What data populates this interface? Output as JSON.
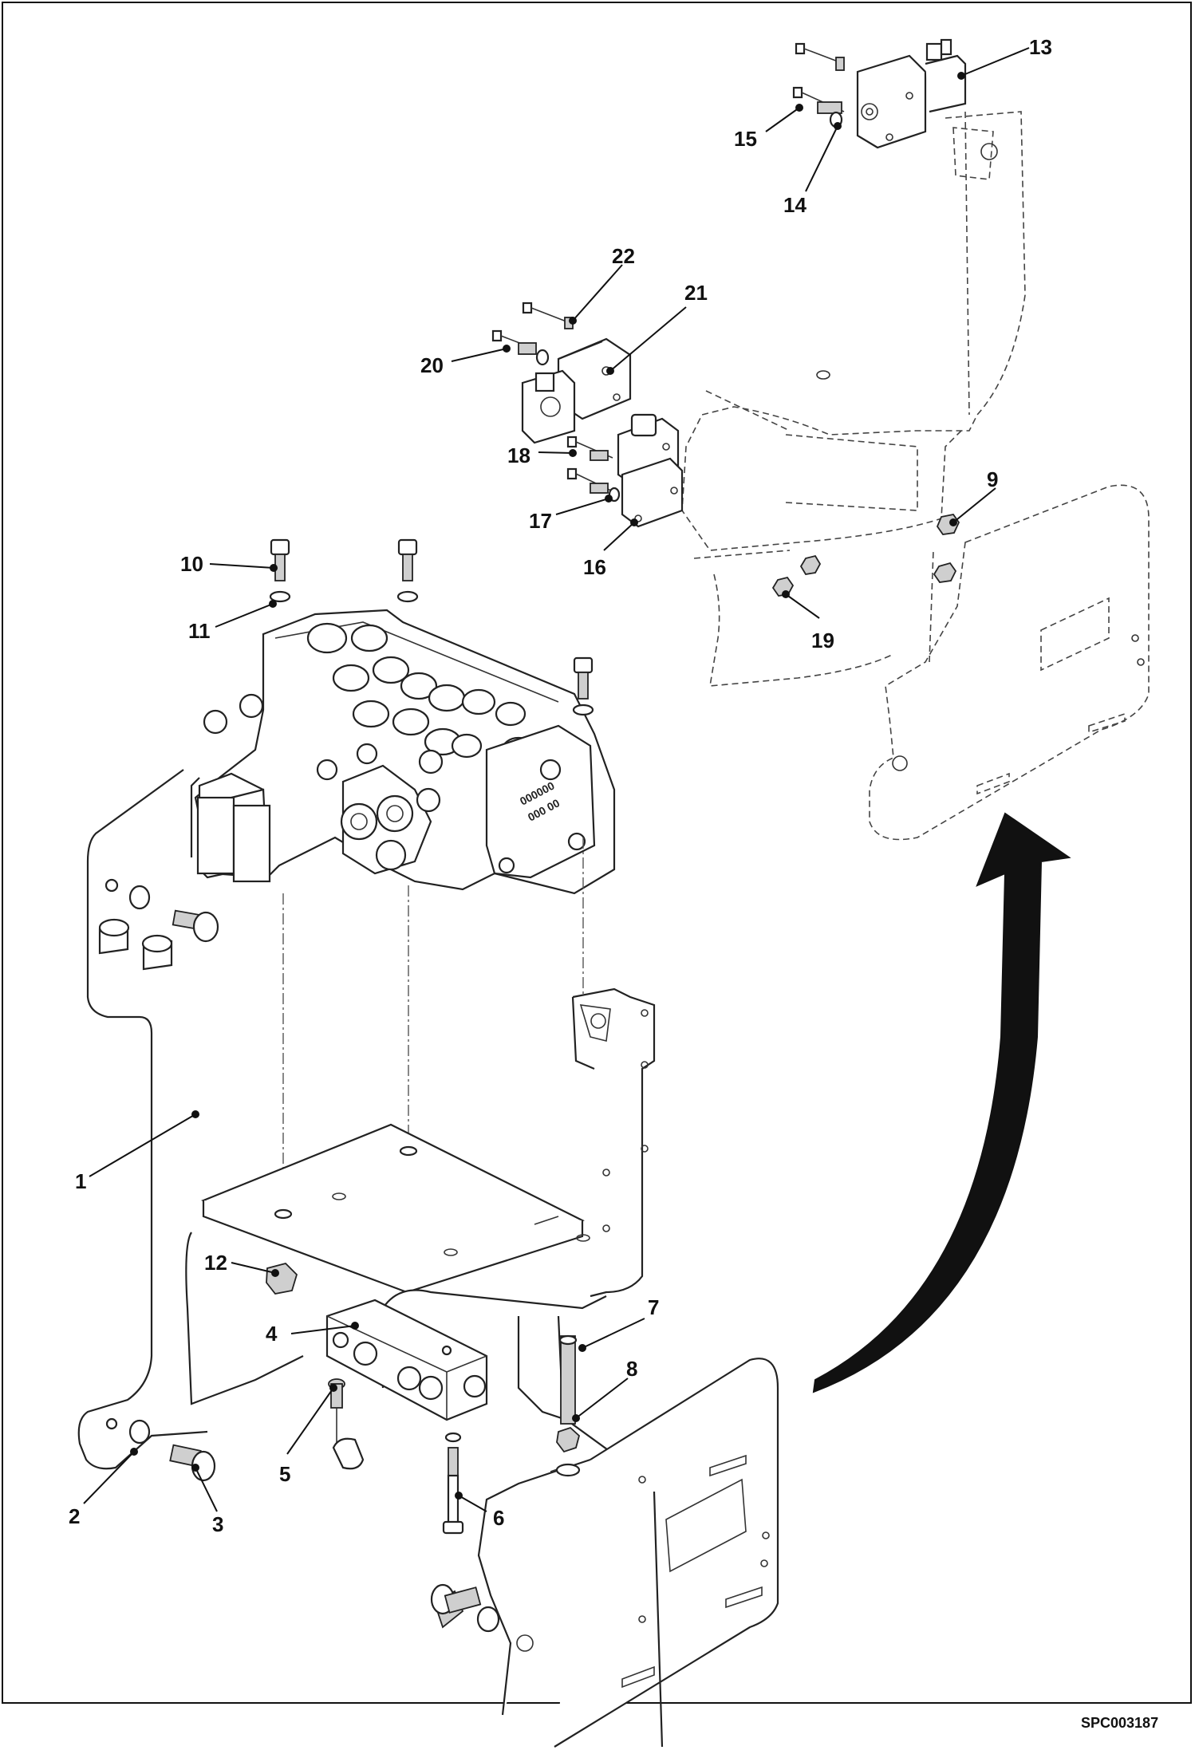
{
  "drawing_id": "SPC003187",
  "valve_marking": [
    "000000",
    "000 00"
  ],
  "callouts": [
    {
      "label": "1"
    },
    {
      "label": "2"
    },
    {
      "label": "3"
    },
    {
      "label": "4"
    },
    {
      "label": "5"
    },
    {
      "label": "6"
    },
    {
      "label": "7"
    },
    {
      "label": "8"
    },
    {
      "label": "9"
    },
    {
      "label": "10"
    },
    {
      "label": "11"
    },
    {
      "label": "12"
    },
    {
      "label": "13"
    },
    {
      "label": "14"
    },
    {
      "label": "15"
    },
    {
      "label": "16"
    },
    {
      "label": "17"
    },
    {
      "label": "18"
    },
    {
      "label": "19"
    },
    {
      "label": "20"
    },
    {
      "label": "21"
    },
    {
      "label": "22"
    }
  ]
}
